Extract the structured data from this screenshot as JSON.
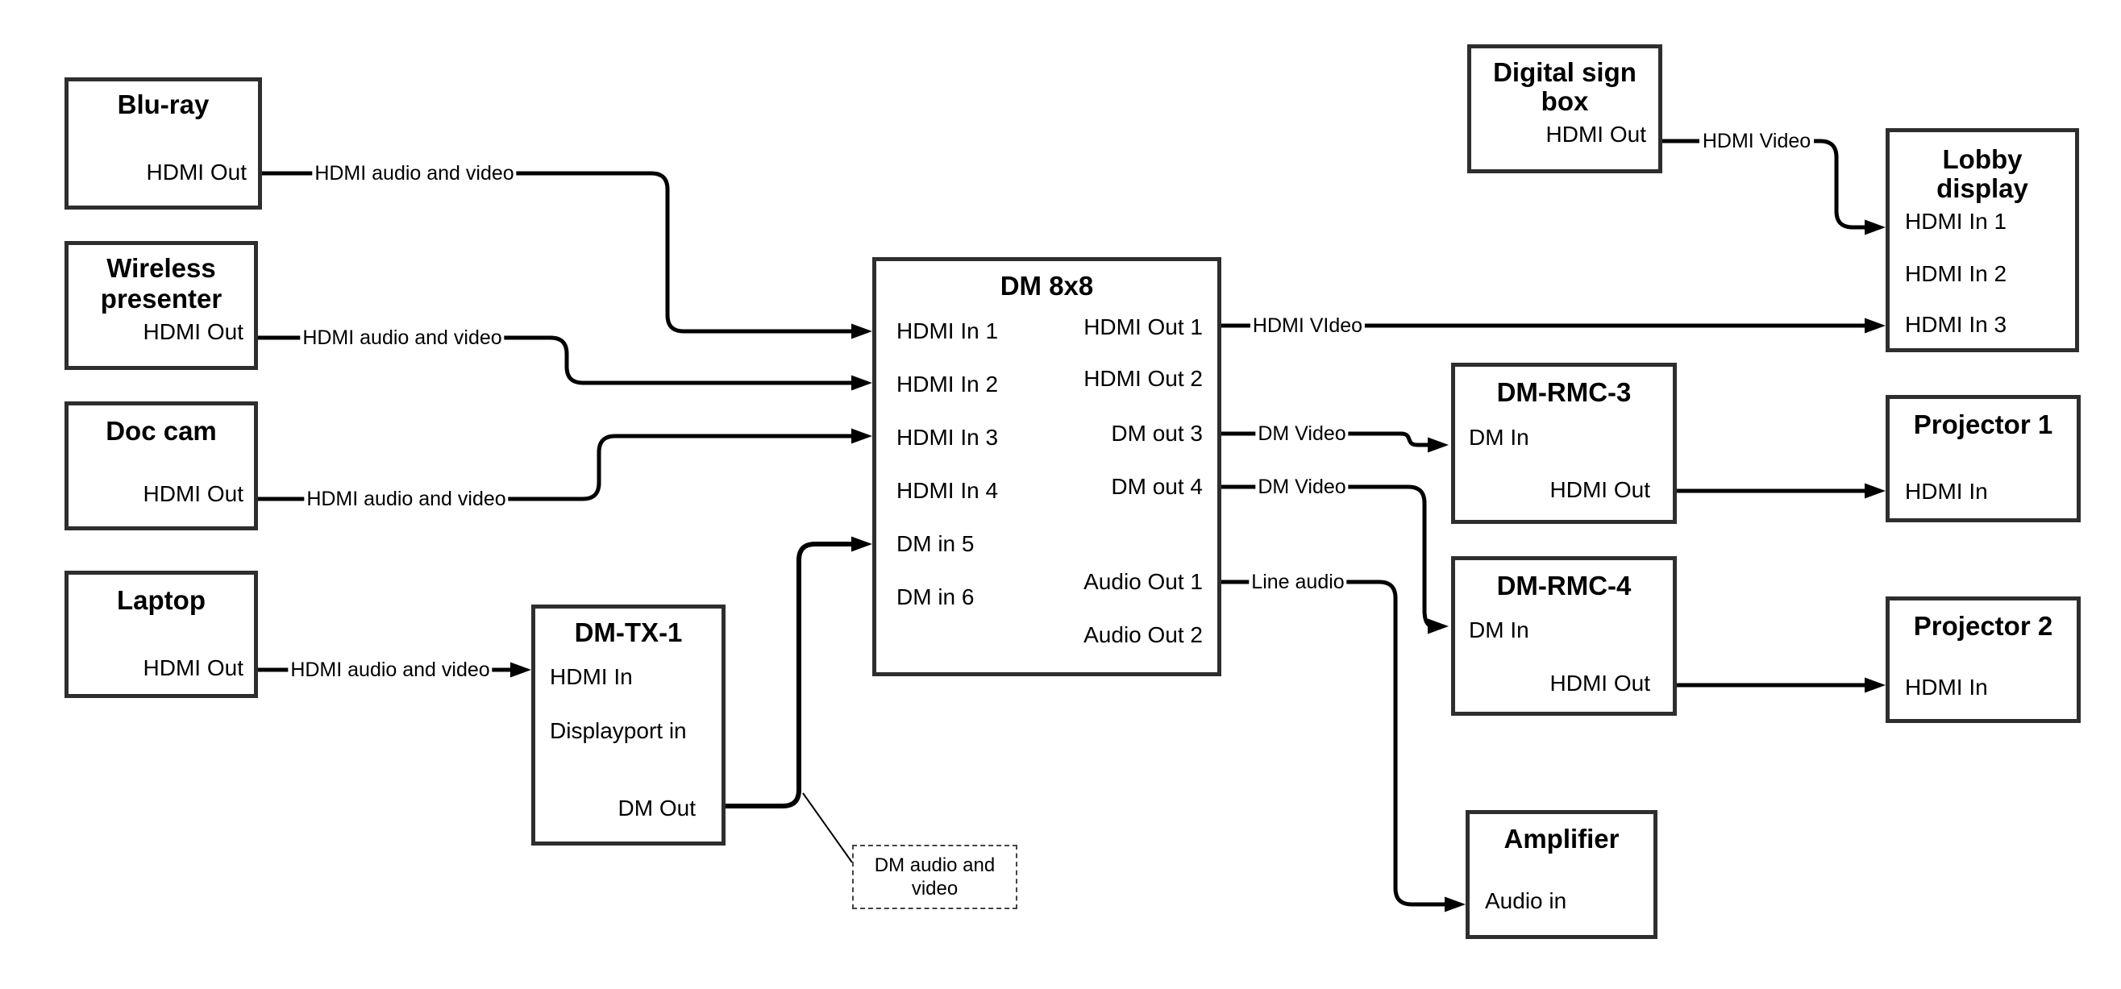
{
  "nodes": {
    "bluray": {
      "title": "Blu-ray",
      "ports": {
        "out": "HDMI Out"
      }
    },
    "wireless": {
      "title": "Wireless presenter",
      "ports": {
        "out": "HDMI Out"
      }
    },
    "doccam": {
      "title": "Doc cam",
      "ports": {
        "out": "HDMI Out"
      }
    },
    "laptop": {
      "title": "Laptop",
      "ports": {
        "out": "HDMI Out"
      }
    },
    "dmtx1": {
      "title": "DM-TX-1",
      "ports": {
        "hdmi_in": "HDMI In",
        "dp_in": "Displayport in",
        "dm_out": "DM Out"
      }
    },
    "dm8x8": {
      "title": "DM 8x8",
      "ports": {
        "in1": "HDMI In 1",
        "in2": "HDMI In 2",
        "in3": "HDMI In 3",
        "in4": "HDMI In 4",
        "in5": "DM in 5",
        "in6": "DM in 6",
        "out1": "HDMI Out 1",
        "out2": "HDMI Out 2",
        "out3": "DM out 3",
        "out4": "DM out 4",
        "aout1": "Audio Out 1",
        "aout2": "Audio Out 2"
      }
    },
    "sign": {
      "title": "Digital sign box",
      "ports": {
        "out": "HDMI Out"
      }
    },
    "lobby": {
      "title": "Lobby display",
      "ports": {
        "in1": "HDMI In 1",
        "in2": "HDMI In 2",
        "in3": "HDMI In 3"
      }
    },
    "rmc3": {
      "title": "DM-RMC-3",
      "ports": {
        "dm_in": "DM In",
        "hdmi_out": "HDMI Out"
      }
    },
    "proj1": {
      "title": "Projector 1",
      "ports": {
        "in": "HDMI In"
      }
    },
    "rmc4": {
      "title": "DM-RMC-4",
      "ports": {
        "dm_in": "DM In",
        "hdmi_out": "HDMI Out"
      }
    },
    "proj2": {
      "title": "Projector 2",
      "ports": {
        "in": "HDMI In"
      }
    },
    "amp": {
      "title": "Amplifier",
      "ports": {
        "in": "Audio in"
      }
    }
  },
  "edges": {
    "bluray_to_dm8x8": {
      "label": "HDMI audio and video"
    },
    "wireless_to_dm8x8": {
      "label": "HDMI audio and video"
    },
    "doccam_to_dm8x8": {
      "label": "HDMI audio and video"
    },
    "laptop_to_dmtx1": {
      "label": "HDMI audio and video"
    },
    "dm8x8_out1_to_lobby": {
      "label": "HDMI VIdeo"
    },
    "sign_to_lobby": {
      "label": "HDMI Video"
    },
    "dm8x8_out3_to_rmc3": {
      "label": "DM Video"
    },
    "dm8x8_out4_to_rmc4": {
      "label": "DM Video"
    },
    "dm8x8_audio1_to_amp": {
      "label": "Line audio"
    }
  },
  "callout": {
    "text": "DM audio and video"
  }
}
